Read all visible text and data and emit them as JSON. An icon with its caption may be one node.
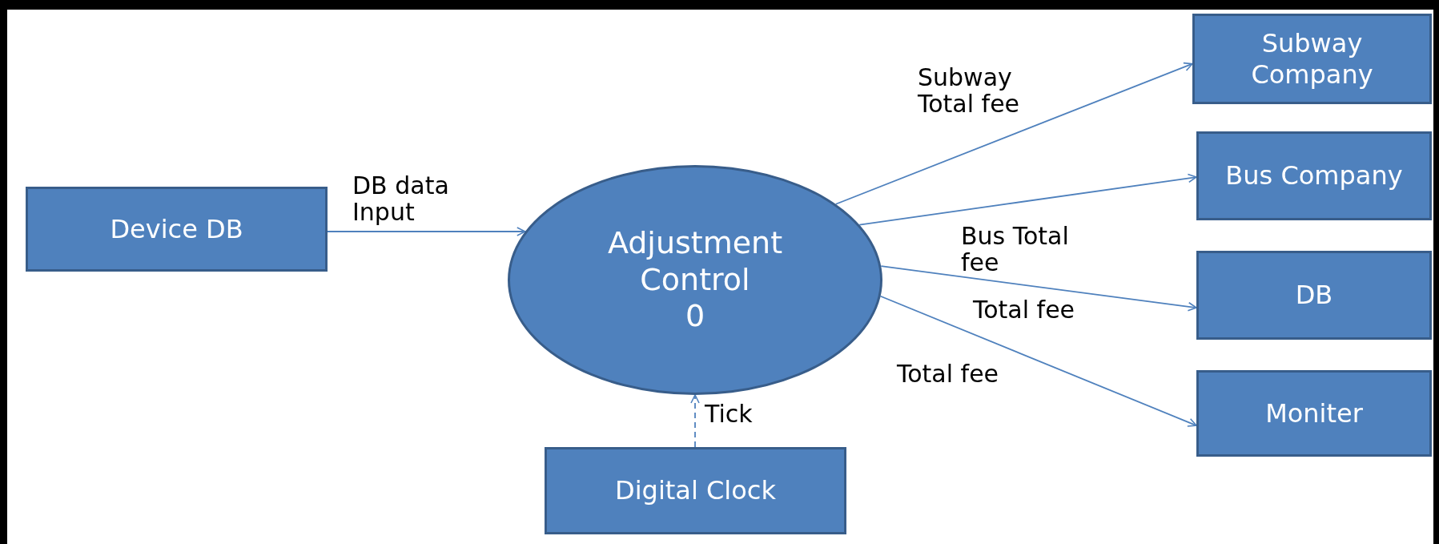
{
  "diagram": {
    "nodes": [
      {
        "text": [
          "Device DB"
        ]
      },
      {
        "text": [
          "Adjustment Control",
          "0"
        ]
      },
      {
        "text": [
          "Subway Company"
        ]
      },
      {
        "text": [
          "Bus Company"
        ]
      },
      {
        "text": [
          "DB"
        ]
      },
      {
        "text": [
          "Moniter"
        ]
      },
      {
        "text": [
          "Digital Clock"
        ]
      }
    ],
    "edges": [
      {
        "from": 0,
        "to": 1,
        "arrow": "to",
        "label": "DB data Input"
      },
      {
        "from": 6,
        "to": 1,
        "arrow": "to",
        "label": "Tick",
        "style": "dashed"
      },
      {
        "from": 1,
        "to": 2,
        "arrow": "to",
        "label": "Subway Total fee"
      },
      {
        "from": 1,
        "to": 3,
        "arrow": "to",
        "label": "Bus Total fee"
      },
      {
        "from": 1,
        "to": 4,
        "arrow": "to",
        "label": "Total fee"
      },
      {
        "from": 1,
        "to": 5,
        "arrow": "to",
        "label": "Total fee"
      }
    ]
  }
}
